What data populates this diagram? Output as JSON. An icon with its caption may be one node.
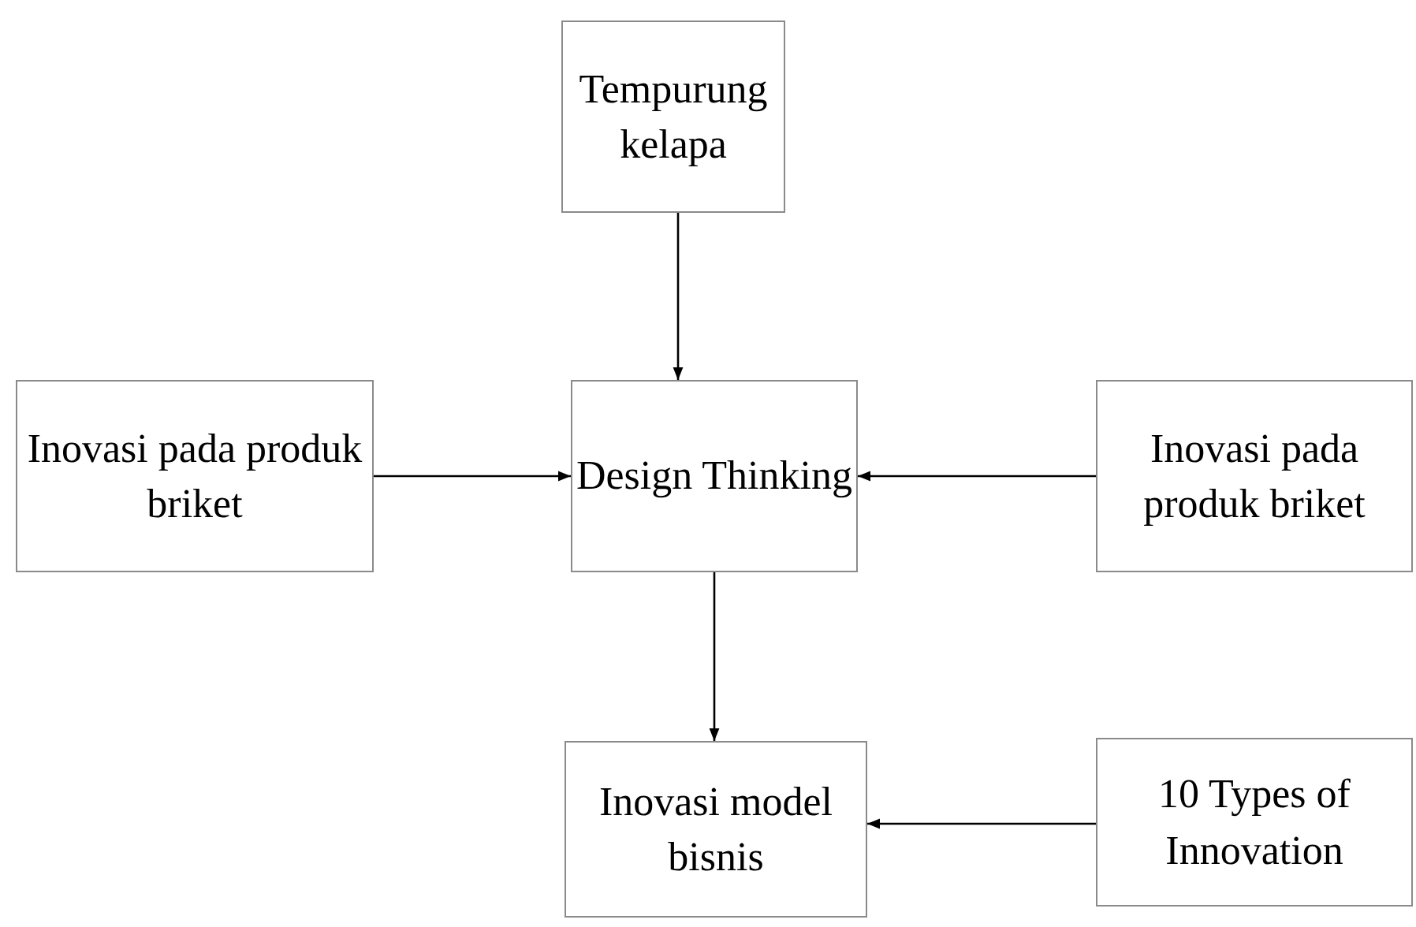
{
  "diagram": {
    "nodes": [
      {
        "text": [
          "Tempurung kelapa"
        ]
      },
      {
        "text": [
          "Inovasi pada produk briket"
        ]
      },
      {
        "text": [
          "Design Thinking"
        ]
      },
      {
        "text": [
          "Inovasi pada produk briket"
        ]
      },
      {
        "text": [
          "Inovasi model bisnis"
        ]
      },
      {
        "text": [
          "10 Types of Innovation"
        ]
      }
    ],
    "edges": [
      {
        "from": 0,
        "to": 2,
        "arrow": "to"
      },
      {
        "from": 1,
        "to": 2,
        "arrow": "to"
      },
      {
        "from": 3,
        "to": 2,
        "arrow": "to"
      },
      {
        "from": 2,
        "to": 4,
        "arrow": "to"
      },
      {
        "from": 5,
        "to": 4,
        "arrow": "to"
      }
    ]
  }
}
